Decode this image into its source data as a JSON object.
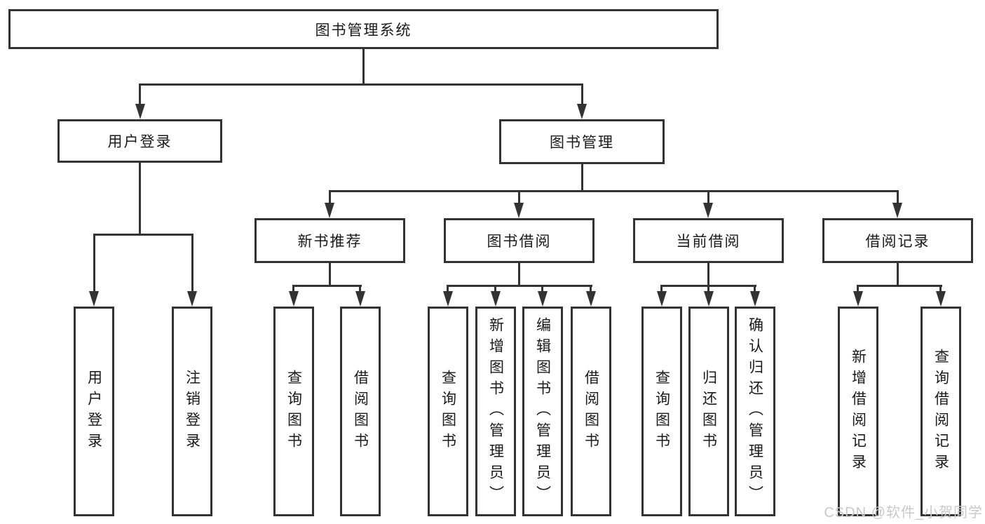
{
  "tree": {
    "label": "图书管理系统",
    "children": [
      {
        "label": "用户登录",
        "children": [
          {
            "label": "用户登录"
          },
          {
            "label": "注销登录"
          }
        ]
      },
      {
        "label": "图书管理",
        "children": [
          {
            "label": "新书推荐",
            "children": [
              {
                "label": "查询图书"
              },
              {
                "label": "借阅图书"
              }
            ]
          },
          {
            "label": "图书借阅",
            "children": [
              {
                "label": "查询图书"
              },
              {
                "label": "新增图书（管理员）"
              },
              {
                "label": "编辑图书（管理员）"
              },
              {
                "label": "借阅图书"
              }
            ]
          },
          {
            "label": "当前借阅",
            "children": [
              {
                "label": "查询图书"
              },
              {
                "label": "归还图书"
              },
              {
                "label": "确认归还（管理员）"
              }
            ]
          },
          {
            "label": "借阅记录",
            "children": [
              {
                "label": "新增借阅记录"
              },
              {
                "label": "查询借阅记录"
              }
            ]
          }
        ]
      }
    ]
  },
  "watermark": {
    "text": "CSDN @软件_小贺同学"
  },
  "colors": {
    "line": "#333333",
    "text": "#1a1a1a",
    "watermark": "#c9c9c9",
    "background": "#ffffff"
  }
}
